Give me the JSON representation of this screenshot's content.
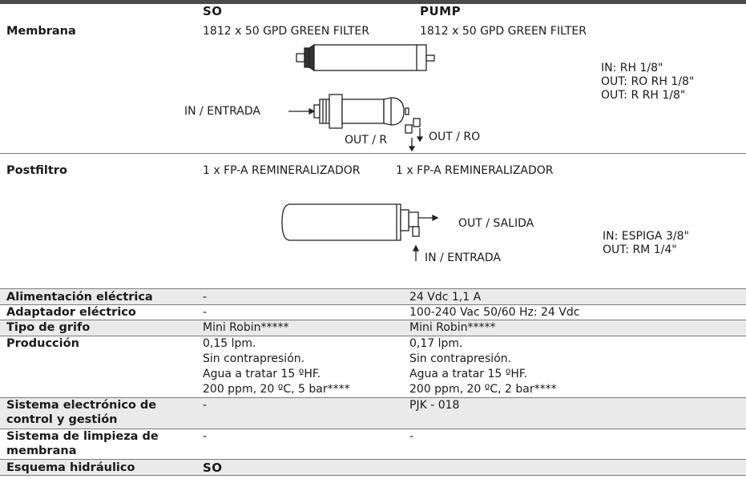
{
  "header": {
    "title": "Datos técnicos"
  },
  "columns": {
    "so": "SO",
    "pump": "PUMP"
  },
  "membrana": {
    "label": "Membrana",
    "so": "1812 x 50 GPD GREEN FILTER",
    "pump": "1812 x 50 GPD GREEN FILTER",
    "diagram": {
      "in_label": "IN / ENTRADA",
      "out_r": "OUT / R",
      "out_ro": "OUT / RO"
    },
    "notes": [
      "IN: RH 1/8\"",
      "OUT: RO RH 1/8\"",
      "OUT: R RH 1/8\""
    ]
  },
  "postfiltro": {
    "label": "Postfiltro",
    "so": "1 x FP-A REMINERALIZADOR",
    "pump": "1 x FP-A REMINERALIZADOR",
    "diagram": {
      "out_label": "OUT / SALIDA",
      "in_label": "IN / ENTRADA"
    },
    "notes": [
      "IN: ESPIGA 3/8\"",
      "OUT: RM 1/4\""
    ]
  },
  "rows": {
    "alimentacion": {
      "label": "Alimentación eléctrica",
      "so": "-",
      "pump": "24 Vdc 1,1 A"
    },
    "adaptador": {
      "label": "Adaptador eléctrico",
      "so": "-",
      "pump": "100-240 Vac 50/60 Hz: 24 Vdc"
    },
    "grifo": {
      "label": "Tipo de grifo",
      "so": "Mini Robin*****",
      "pump": "Mini Robin*****"
    },
    "produccion": {
      "label": "Producción",
      "so": [
        "0,15 lpm.",
        "Sin contrapresión.",
        "Agua a tratar 15 ºHF.",
        "200 ppm, 20 ºC, 5 bar****"
      ],
      "pump": [
        "0,17 lpm.",
        "Sin contrapresión.",
        "Agua a tratar 15 ºHF.",
        "200 ppm, 20 ºC, 2 bar****"
      ]
    },
    "electronico": {
      "label": [
        "Sistema electrónico de",
        "control y gestión"
      ],
      "so": "-",
      "pump": "PJK - 018"
    },
    "limpieza": {
      "label": [
        "Sistema de limpieza de",
        "membrana"
      ],
      "so": "-",
      "pump": "-"
    },
    "esquema": {
      "label": "Esquema hidráulico",
      "so": "SO"
    }
  }
}
